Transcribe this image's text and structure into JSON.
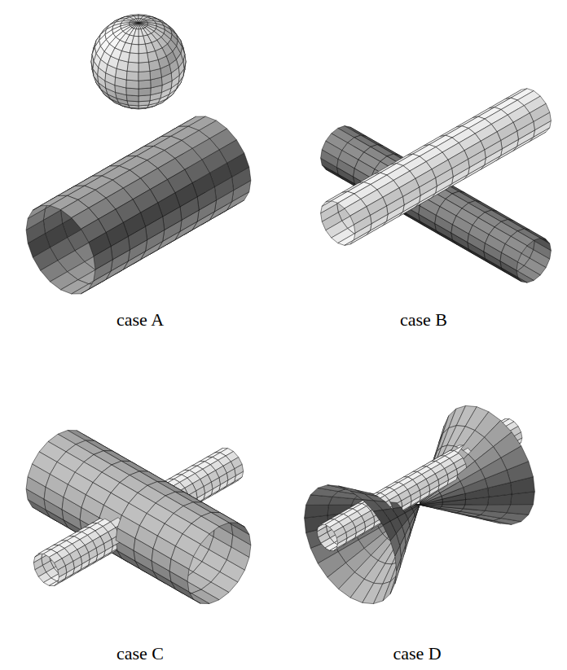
{
  "diagram": {
    "labels": [
      "case A",
      "case B",
      "case C",
      "case D"
    ]
  }
}
